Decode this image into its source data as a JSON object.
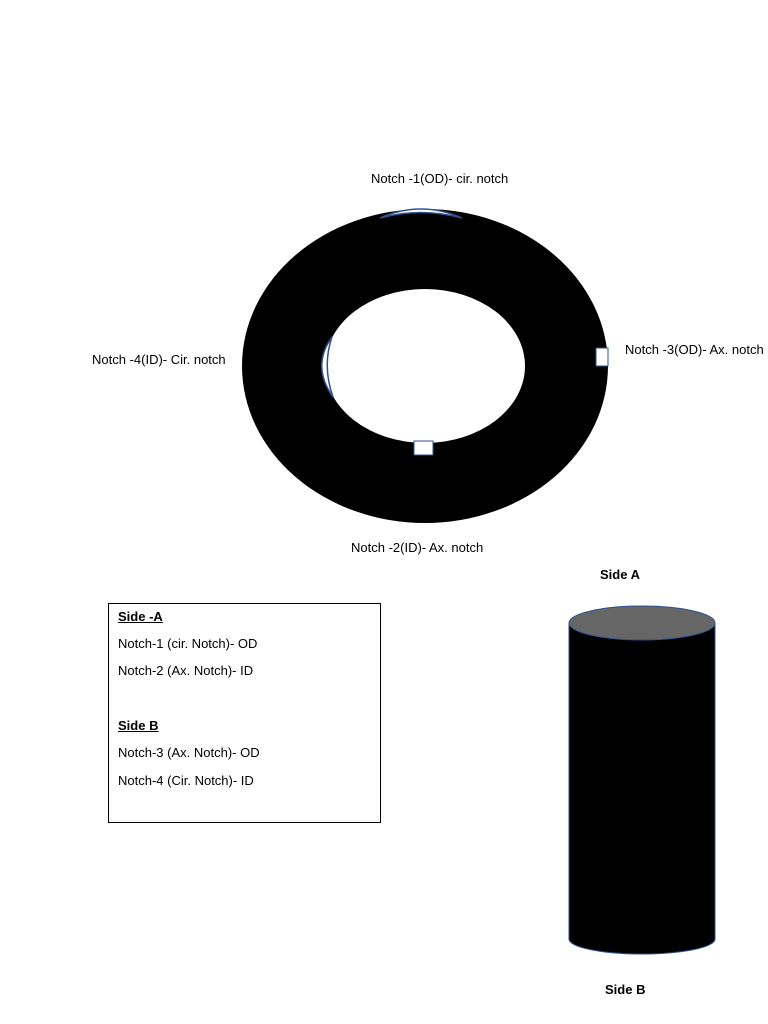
{
  "ring_labels": {
    "notch1": "Notch -1(OD)- cir. notch",
    "notch2": "Notch -2(ID)- Ax. notch",
    "notch3": "Notch -3(OD)- Ax. notch",
    "notch4": "Notch -4(ID)- Cir. notch"
  },
  "legend": {
    "side_a_heading": "Side -A",
    "side_a_items": [
      "Notch-1 (cir. Notch)- OD",
      "Notch-2 (Ax. Notch)- ID"
    ],
    "side_b_heading": "Side B",
    "side_b_items": [
      "Notch-3 (Ax. Notch)- OD",
      "Notch-4 (Cir. Notch)- ID"
    ]
  },
  "cylinder": {
    "top_label": "Side A",
    "bottom_label": "Side B"
  },
  "colors": {
    "ring_fill": "#000000",
    "cylinder_top": "#666666",
    "notch_stroke": "#2f528f"
  }
}
